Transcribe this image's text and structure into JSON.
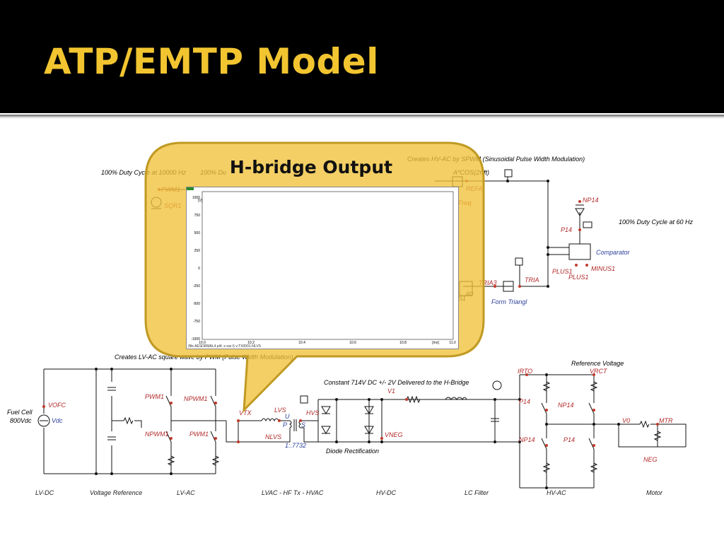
{
  "title": "ATP/EMTP Model",
  "callout": {
    "title": "H-bridge Output",
    "plot": {
      "y_ticks": [
        "1000",
        "750",
        "500",
        "250",
        "0",
        "-250",
        "-500",
        "-750",
        "-1000"
      ],
      "y_unit": "[V]",
      "x_ticks": [
        "10.0",
        "10.2",
        "10.4",
        "10.6",
        "10.8",
        "[ms]",
        "11.0"
      ],
      "footer": "(file AESDRMAL4.pl4; x-var t) v:TX0001-NLVS"
    }
  },
  "labels": {
    "spwm_note": "Creates HV-AC by SPWM (Sinusoidal Pulse Width Modulation)",
    "duty_10k_a": "100% Duty Cycle at 10000 Hz",
    "duty_10k_b": "100% Du",
    "acos": "A*COS(2πft)",
    "refa": "REFA",
    "freq": "Freq",
    "pwm1_top": "PWM1",
    "sqr1": "SQR1",
    "np14_top": "NP14",
    "p14_top": "P14",
    "duty_60": "100% Duty Cycle at 60 Hz",
    "comparator": "Comparator",
    "plus1_a": "PLUS1",
    "plus1_b": "PLUS1",
    "minus1": "MINUS1",
    "tria3": "TRIA3",
    "tria": "TRIA",
    "s1": "S1",
    "s60": "60",
    "form_triangl": "Form Triangl",
    "lvac_note": "Creates LV-AC square wave by PWM (Pulse Width Modulation)",
    "ref_voltage": "Reference Voltage",
    "vrct": "VRCT",
    "irto": "IRTO",
    "constant_dc": "Constant 714V DC  +/- 2V  Delivered to the H-Bridge",
    "v1": "V1",
    "fuel_cell": "Fuel Cell",
    "fuel_cell_v": "800Vdc",
    "vofc": "VOFC",
    "vdc": "Vdc",
    "pwm1_a": "PWM1",
    "npwm1_a": "NPWM1",
    "npwm1_b": "NPWM1",
    "pwm1_b": "PWM1",
    "vtx": "VTX",
    "lvs": "LVS",
    "nlvs": "NLVS",
    "hvs": "HVS",
    "ratio": "1:.7732",
    "tx_p": "P",
    "tx_s": "S",
    "tx_u": "U",
    "vneg": "VNEG",
    "diode_rect": "Diode Rectification",
    "p14_a": "P14",
    "np14_a": "NP14",
    "np14_b": "NP14",
    "p14_b": "P14",
    "v0": "V0",
    "mtr": "MTR",
    "neg": "NEG"
  },
  "sections": [
    "LV-DC",
    "Voltage Reference",
    "LV-AC",
    "LVAC - HF Tx - HVAC",
    "HV-DC",
    "LC Filter",
    "HV-AC",
    "Motor"
  ]
}
